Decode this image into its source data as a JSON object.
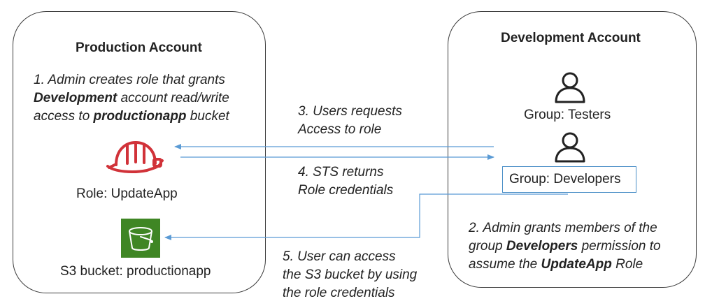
{
  "production": {
    "title": "Production Account",
    "step1": {
      "line1": "1. Admin creates role that grants",
      "line2_bold": "Development",
      "line2_rest": " account read/write",
      "line3_pre": "access to ",
      "line3_bold": "productionapp",
      "line3_post": " bucket"
    },
    "role_label": "Role: UpdateApp",
    "bucket_label": "S3 bucket: productionapp"
  },
  "development": {
    "title": "Development Account",
    "testers_label": "Group: Testers",
    "developers_label": "Group: Developers",
    "step2": {
      "line1": "2. Admin grants members of the",
      "line2_pre": "group ",
      "line2_bold": "Developers",
      "line2_post": " permission to",
      "line3_pre": "assume the ",
      "line3_bold": "UpdateApp",
      "line3_post": " Role"
    }
  },
  "flows": {
    "step3": {
      "line1": "3. Users requests",
      "line2": "Access to role"
    },
    "step4": {
      "line1": "4. STS returns",
      "line2": "Role credentials"
    },
    "step5": {
      "line1": "5. User can access",
      "line2": "the S3 bucket by using",
      "line3": "the role credentials"
    }
  },
  "colors": {
    "arrow": "#5b9bd5",
    "role_icon": "#d13239",
    "bucket_bg": "#3f8624",
    "group_box": "#4a8fc7",
    "border": "#3a3a3a"
  },
  "icons": {
    "role": "hard-hat-icon",
    "bucket": "s3-bucket-icon",
    "user": "user-icon"
  }
}
